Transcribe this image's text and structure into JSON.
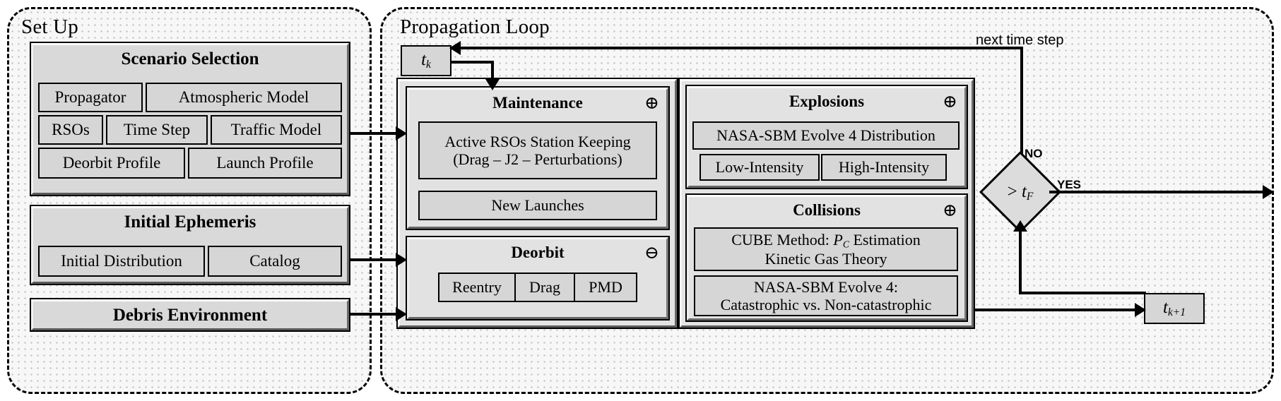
{
  "regions": {
    "setup": {
      "title": "Set Up"
    },
    "loop": {
      "title": "Propagation Loop"
    }
  },
  "setup_groups": [
    {
      "title": "Scenario Selection",
      "rows": [
        [
          "Propagator",
          "Atmospheric Model"
        ],
        [
          "RSOs",
          "Time Step",
          "Traffic Model"
        ],
        [
          "Deorbit Profile",
          "Launch Profile"
        ]
      ]
    },
    {
      "title": "Initial Ephemeris",
      "rows": [
        [
          "Initial Distribution",
          "Catalog"
        ]
      ]
    },
    {
      "title": "Debris Environment",
      "rows": []
    }
  ],
  "loop_panels": {
    "maintenance": {
      "title": "Maintenance",
      "toggle": "plus-circle-icon",
      "toggle_glyph": "⊕",
      "items": [
        "Active RSOs Station Keeping\n(Drag – J2 – Perturbations)",
        "New Launches"
      ]
    },
    "deorbit": {
      "title": "Deorbit",
      "toggle": "minus-circle-icon",
      "toggle_glyph": "⊖",
      "items": [
        "Reentry",
        "Drag",
        "PMD"
      ]
    },
    "explosions": {
      "title": "Explosions",
      "toggle": "plus-circle-icon",
      "toggle_glyph": "⊕",
      "items": [
        "NASA-SBM Evolve 4 Distribution"
      ],
      "sub_items": [
        "Low-Intensity",
        "High-Intensity"
      ]
    },
    "collisions": {
      "title": "Collisions",
      "toggle": "plus-circle-icon",
      "toggle_glyph": "⊕",
      "items": [
        "CUBE Method: P_C Estimation\nKinetic Gas Theory",
        "NASA-SBM Evolve 4:\nCatastrophic vs. Non-catastrophic"
      ]
    }
  },
  "nodes": {
    "t_k": {
      "base": "t",
      "sub": "k"
    },
    "t_k1": {
      "base": "t",
      "sub": "k+1"
    },
    "decision": {
      "op": ">",
      "base": "t",
      "sub": "F"
    }
  },
  "edge_labels": {
    "no": "NO",
    "yes": "YES",
    "next_time_step": "next time step"
  },
  "colors": {
    "panel_fill": "#d9d9d9",
    "item_fill": "#d6d6d6",
    "region_fill": "#f7f7f7",
    "stroke": "#000000"
  }
}
